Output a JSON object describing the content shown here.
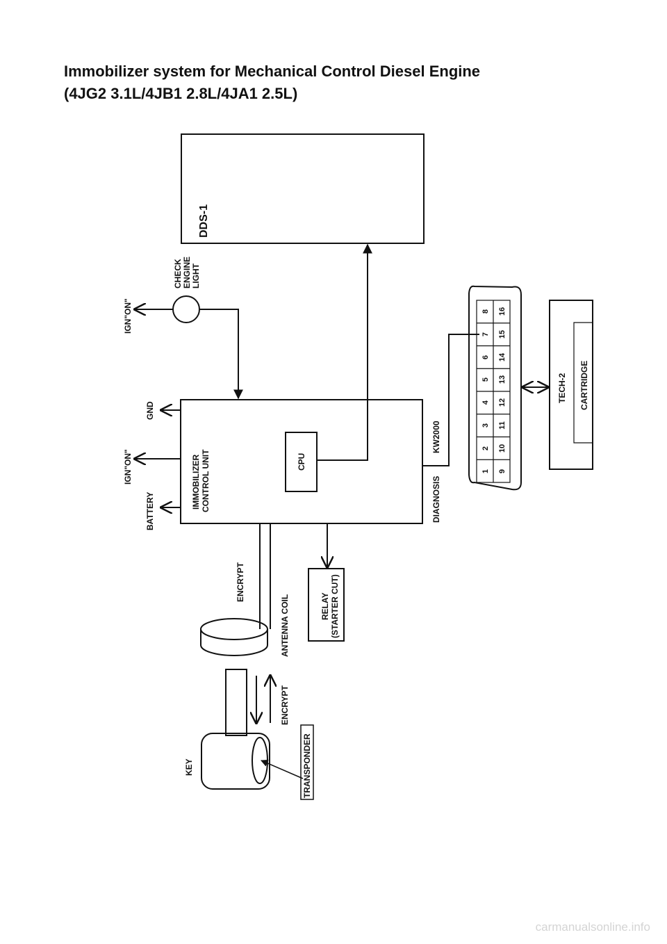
{
  "title": {
    "line1": "Immobilizer system for Mechanical Control Diesel Engine",
    "line2": "(4JG2 3.1L/4JB1 2.8L/4JA1 2.5L)"
  },
  "diagram": {
    "dds": "DDS-1",
    "check_engine_light": [
      "CHECK",
      "ENGINE",
      "LIGHT"
    ],
    "ign_on_top": "IGN\"ON\"",
    "ign_on_mid": "IGN\"ON\"",
    "gnd": "GND",
    "battery": "BATTERY",
    "control_unit": [
      "IMMOBILIZER",
      "CONTROL UNIT"
    ],
    "cpu": "CPU",
    "kw2000": "KW2000",
    "diagnosis": "DIAGNOSIS",
    "connector_pins_top": [
      "1",
      "2",
      "3",
      "4",
      "5",
      "6",
      "7",
      "8"
    ],
    "connector_pins_bottom": [
      "9",
      "10",
      "11",
      "12",
      "13",
      "14",
      "15",
      "16"
    ],
    "tech2": "TECH-2",
    "cartridge": "CARTRIDGE",
    "encrypt_top": "ENCRYPT",
    "antenna_coil": "ANTENNA COIL",
    "relay": [
      "RELAY",
      "(STARTER CUT)"
    ],
    "encrypt_bottom": "ENCRYPT",
    "key": "KEY",
    "transponder": "TRANSPONDER"
  },
  "watermark": "carmanualsonline.info"
}
